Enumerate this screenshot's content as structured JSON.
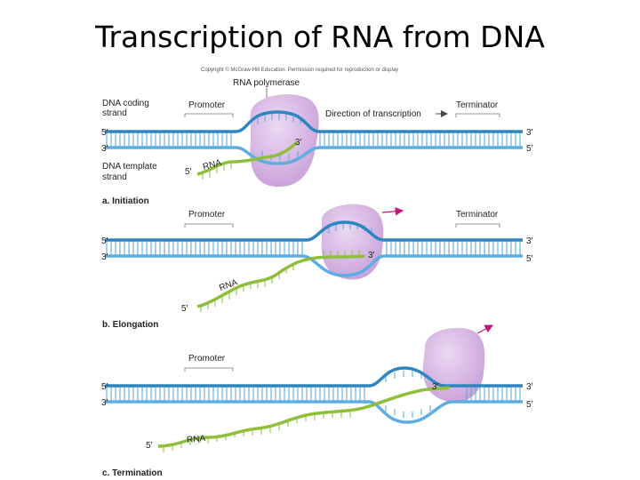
{
  "title": "Transcription of RNA from DNA",
  "copyright": "Copyright © McGraw-Hill Education. Permission required for reproduction or display",
  "labels": {
    "rna_polymerase": "RNA polymerase",
    "dna_coding_strand": [
      "DNA coding",
      "strand"
    ],
    "dna_template_strand": [
      "DNA template",
      "strand"
    ],
    "promoter": "Promoter",
    "terminator": "Terminator",
    "direction": "Direction of transcription",
    "rna": "RNA",
    "five_prime": "5′",
    "three_prime": "3′"
  },
  "panels": [
    {
      "id": "a",
      "caption": "a. Initiation"
    },
    {
      "id": "b",
      "caption": "b. Elongation"
    },
    {
      "id": "c",
      "caption": "c. Termination"
    }
  ],
  "colors": {
    "coding_strand": "#2e86c1",
    "template_strand": "#5dade2",
    "rungs": "#5dade2",
    "rna": "#8fbf3a",
    "polymerase": "#d7b8e3",
    "arrow": "#c0187a"
  }
}
